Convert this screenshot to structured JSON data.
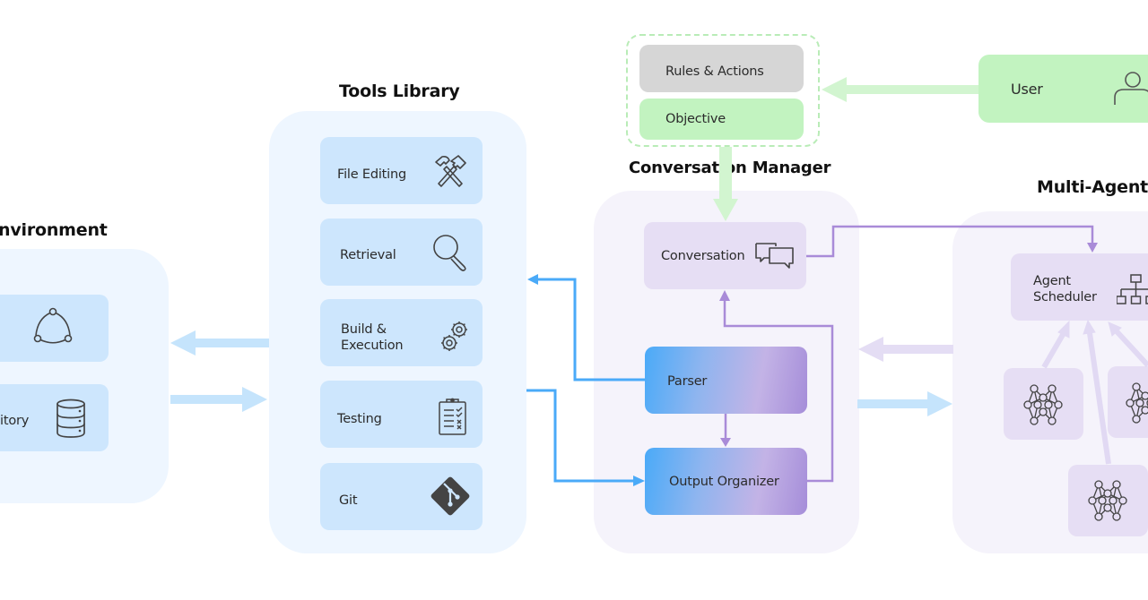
{
  "diagram": {
    "environment": {
      "title": "Environment",
      "title_visible": "nvironment",
      "items": [
        {
          "label": "",
          "icon": "share-nodes-icon"
        },
        {
          "label": "Repository",
          "label_visible": "itory",
          "icon": "database-icon"
        }
      ]
    },
    "tools_library": {
      "title": "Tools Library",
      "items": [
        {
          "label": "File Editing",
          "icon": "hammer-crossed-icon"
        },
        {
          "label": "Retrieval",
          "icon": "magnifier-icon"
        },
        {
          "label_line1": "Build &",
          "label_line2": "Execution",
          "icon": "gears-icon"
        },
        {
          "label": "Testing",
          "icon": "clipboard-checklist-icon"
        },
        {
          "label": "Git",
          "icon": "git-icon"
        }
      ]
    },
    "prompt": {
      "rules_label": "Rules & Actions",
      "objective_label": "Objective"
    },
    "user": {
      "label": "User",
      "icon": "user-icon"
    },
    "conversation_manager": {
      "title": "Conversation Manager",
      "conversation_label": "Conversation",
      "conversation_icon": "chat-bubbles-icon",
      "parser_label": "Parser",
      "output_organizer_label": "Output Organizer"
    },
    "multi_agent": {
      "title": "Multi-Agent",
      "title_visible": "Multi-Agent",
      "scheduler_line1": "Agent",
      "scheduler_line2": "Scheduler",
      "scheduler_icon": "hierarchy-icon",
      "agent_icon": "neural-network-icon",
      "agent_count_visible": 3
    },
    "colors": {
      "blue_panel": "#eef6ff",
      "blue_card": "#cde6fd",
      "purple_panel": "#f5f3fb",
      "purple_card": "#e6def4",
      "green_card": "#c2f3c0",
      "grey_card": "#d6d6d6",
      "blue_line": "#4aaaf8",
      "purple_line": "#a98bd8",
      "light_blue_arrow": "#c5e4fc",
      "light_purple_arrow": "#e4ddf4",
      "light_green_arrow": "#d2f5d0"
    }
  }
}
